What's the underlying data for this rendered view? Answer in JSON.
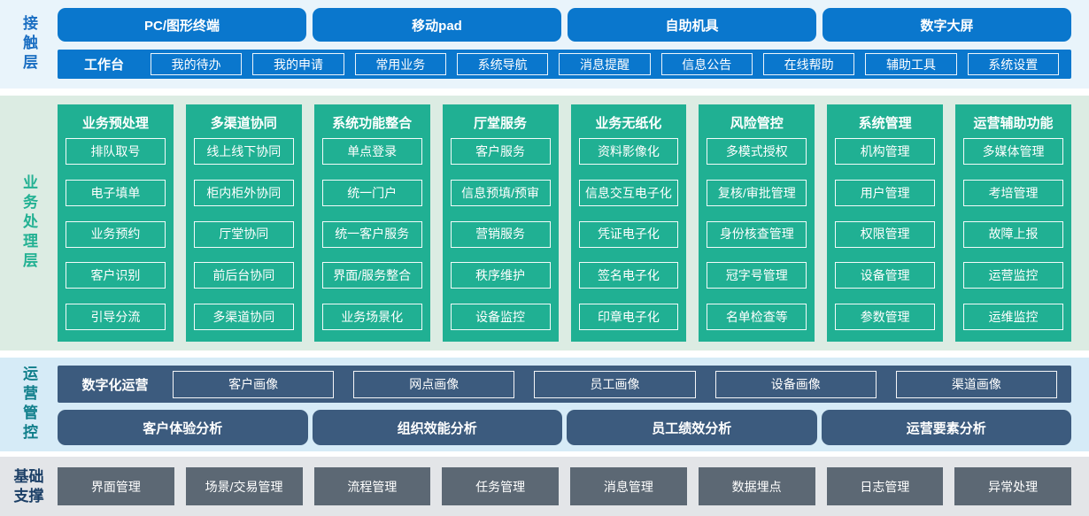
{
  "colors": {
    "accent_blue": "#0a77cd",
    "accent_green": "#20b093",
    "accent_slate": "#3c5b7e",
    "accent_gray": "#5c6874",
    "band_contact_bg": "#e9f4fb",
    "band_business_bg": "#dcece3",
    "band_ops_bg": "#d6ebf7",
    "band_base_bg": "#e3e5e8"
  },
  "layers": {
    "contact": {
      "label": "接触层",
      "channels": [
        "PC/图形终端",
        "移动pad",
        "自助机具",
        "数字大屏"
      ],
      "workbench": {
        "label": "工作台",
        "items": [
          "我的待办",
          "我的申请",
          "常用业务",
          "系统导航",
          "消息提醒",
          "信息公告",
          "在线帮助",
          "辅助工具",
          "系统设置"
        ]
      }
    },
    "business": {
      "label": "业务处理层",
      "columns": [
        {
          "title": "业务预处理",
          "items": [
            "排队取号",
            "电子填单",
            "业务预约",
            "客户识别",
            "引导分流"
          ]
        },
        {
          "title": "多渠道协同",
          "items": [
            "线上线下协同",
            "柜内柜外协同",
            "厅堂协同",
            "前后台协同",
            "多渠道协同"
          ]
        },
        {
          "title": "系统功能整合",
          "items": [
            "单点登录",
            "统一门户",
            "统一客户服务",
            "界面/服务整合",
            "业务场景化"
          ]
        },
        {
          "title": "厅堂服务",
          "items": [
            "客户服务",
            "信息预填/预审",
            "营销服务",
            "秩序维护",
            "设备监控"
          ]
        },
        {
          "title": "业务无纸化",
          "items": [
            "资料影像化",
            "信息交互电子化",
            "凭证电子化",
            "签名电子化",
            "印章电子化"
          ]
        },
        {
          "title": "风险管控",
          "items": [
            "多模式授权",
            "复核/审批管理",
            "身份核查管理",
            "冠字号管理",
            "名单检查等"
          ]
        },
        {
          "title": "系统管理",
          "items": [
            "机构管理",
            "用户管理",
            "权限管理",
            "设备管理",
            "参数管理"
          ]
        },
        {
          "title": "运营辅助功能",
          "items": [
            "多媒体管理",
            "考培管理",
            "故障上报",
            "运营监控",
            "运维监控"
          ]
        }
      ]
    },
    "operations": {
      "label": "运营管控",
      "digital": {
        "label": "数字化运营",
        "items": [
          "客户画像",
          "网点画像",
          "员工画像",
          "设备画像",
          "渠道画像"
        ]
      },
      "analysis": [
        "客户体验分析",
        "组织效能分析",
        "员工绩效分析",
        "运营要素分析"
      ]
    },
    "foundation": {
      "label": "基础支撑",
      "items": [
        "界面管理",
        "场景/交易管理",
        "流程管理",
        "任务管理",
        "消息管理",
        "数据埋点",
        "日志管理",
        "异常处理"
      ]
    }
  }
}
